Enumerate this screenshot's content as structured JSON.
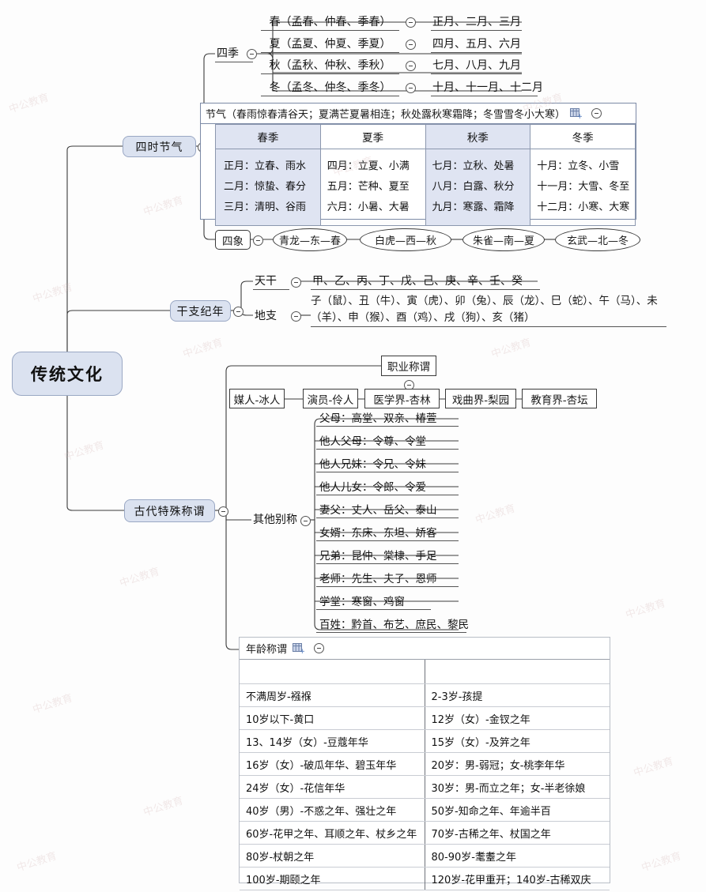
{
  "root": {
    "label": "传统文化"
  },
  "branches": [
    {
      "label": "四时节气"
    },
    {
      "label": "干支纪年"
    },
    {
      "label": "古代特殊称谓"
    }
  ],
  "siji": {
    "label": "四季",
    "rows": [
      {
        "name": "春（孟春、仲春、季春）",
        "months": "正月、二月、三月"
      },
      {
        "name": "夏（孟夏、仲夏、季夏）",
        "months": "四月、五月、六月"
      },
      {
        "name": "秋（孟秋、仲秋、季秋）",
        "months": "七月、八月、九月"
      },
      {
        "name": "冬（孟冬、仲冬、季冬）",
        "months": "十月、十一月、十二月"
      }
    ]
  },
  "jieqi": {
    "title": "节气（春雨惊春清谷天；夏满芒夏暑相连；秋处露秋寒霜降；冬雪雪冬小大寒）",
    "headers": [
      "春季",
      "夏季",
      "秋季",
      "冬季"
    ],
    "columns": [
      [
        "正月：立春、雨水",
        "二月：惊蛰、春分",
        "三月：清明、谷雨"
      ],
      [
        "四月：立夏、小满",
        "五月：芒种、夏至",
        "六月：小暑、大暑"
      ],
      [
        "七月：立秋、处暑",
        "八月：白露、秋分",
        "九月：寒露、霜降"
      ],
      [
        "十月：立冬、小雪",
        "十一月：大雪、冬至",
        "十二月：小寒、大寒"
      ]
    ],
    "tint_columns": [
      0,
      2
    ]
  },
  "sixiang": {
    "label": "四象",
    "items": [
      "青龙—东—春",
      "白虎—西—秋",
      "朱雀—南—夏",
      "玄武—北—冬"
    ]
  },
  "ganzhi": {
    "tiangan": {
      "label": "天干",
      "value": "甲、乙、丙、丁、戊、己、庚、辛、壬、癸"
    },
    "dizhi": {
      "label": "地支",
      "line1": "子（鼠）、丑（牛）、寅（虎）、卯（兔）、辰（龙）、巳（蛇）、午（马）、未",
      "line2": "（羊）、申（猴）、酉（鸡）、戌（狗）、亥（猪）"
    }
  },
  "zhiye": {
    "label": "职业称谓",
    "items": [
      "媒人-冰人",
      "演员-伶人",
      "医学界-杏林",
      "戏曲界-梨园",
      "教育界-杏坛"
    ]
  },
  "qita": {
    "label": "其他别称",
    "items": [
      "父母：高堂、双亲、椿萱",
      "他人父母：令尊、令堂",
      "他人兄妹：令兄、令妹",
      "他人儿女：令郎、令爱",
      "妻父：丈人、岳父、泰山",
      "女婿：东床、东坦、娇客",
      "兄弟：昆仲、棠棣、手足",
      "老师：先生、夫子、恩师",
      "学堂：寒窗、鸡窗",
      "百姓：黔首、布艺、庶民、黎民"
    ]
  },
  "nianling": {
    "title": "年龄称谓",
    "header_row": [
      "",
      ""
    ],
    "rows": [
      [
        "不满周岁-襁褓",
        "2-3岁-孩提"
      ],
      [
        "10岁以下-黄口",
        "12岁（女）-金钗之年"
      ],
      [
        "13、14岁（女）-豆蔻年华",
        "15岁（女）-及笄之年"
      ],
      [
        "16岁（女）-破瓜年华、碧玉年华",
        "20岁：男-弱冠；女-桃李年华"
      ],
      [
        "24岁（女）-花信年华",
        "30岁：男-而立之年；女-半老徐娘"
      ],
      [
        "40岁（男）-不惑之年、强壮之年",
        "50岁-知命之年、年逾半百"
      ],
      [
        "60岁-花甲之年、耳顺之年、杖乡之年",
        "70岁-古稀之年、杖国之年"
      ],
      [
        "80岁-杖朝之年",
        "80-90岁-耄耋之年"
      ],
      [
        "100岁-期颐之年",
        "120岁-花甲重开；140岁-古稀双庆"
      ]
    ]
  },
  "icons": {
    "collapse": "collapse-minus-icon",
    "table_plus": "table-plus-icon"
  },
  "colors": {
    "node_fill": "#dbe2f0",
    "node_border": "#9aa8c4",
    "tint_cell": "#dfe4f2",
    "line": "#3a3a3a"
  },
  "watermark": "中公教育"
}
